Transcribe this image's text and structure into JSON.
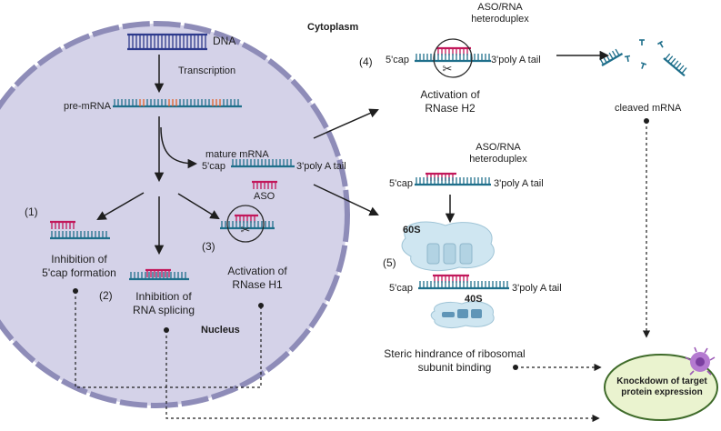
{
  "labels": {
    "cytoplasm": "Cytoplasm",
    "nucleus": "Nucleus",
    "dna": "DNA",
    "transcription": "Transcription",
    "pre_mrna": "pre-mRNA",
    "mature_mrna": "mature mRNA",
    "five_cap": "5'cap",
    "three_poly_a": "3'poly A tail",
    "aso": "ASO",
    "aso_rna_line1": "ASO/RNA",
    "aso_rna_line2": "heteroduplex",
    "cleaved_mrna": "cleaved mRNA",
    "ribosome_60s": "60S",
    "ribosome_40s": "40S"
  },
  "mechanisms": {
    "m1": {
      "number": "(1)",
      "line1": "Inhibition of",
      "line2": "5'cap formation"
    },
    "m2": {
      "number": "(2)",
      "line1": "Inhibition of",
      "line2": "RNA splicing"
    },
    "m3": {
      "number": "(3)",
      "line1": "Activation of",
      "line2": "RNase H1"
    },
    "m4": {
      "number": "(4)",
      "line1": "Activation of",
      "line2": "RNase H2"
    },
    "m5": {
      "number": "(5)",
      "line1": "Steric hindrance of ribosomal",
      "line2": "subunit binding"
    }
  },
  "outcome": {
    "line1": "Knockdown of target",
    "line2": "protein expression"
  },
  "colors": {
    "cell_fill": "#d4d2e8",
    "cell_border": "#8e8cb8",
    "rna_strand": "#1f6f8b",
    "aso_strand": "#c2185b",
    "intron": "#e0622a",
    "ribosome": "#cfe6f1",
    "outcome_fill": "#eaf3cf",
    "outcome_border": "#3f6b2a",
    "cell_icon": "#9b59b6"
  }
}
